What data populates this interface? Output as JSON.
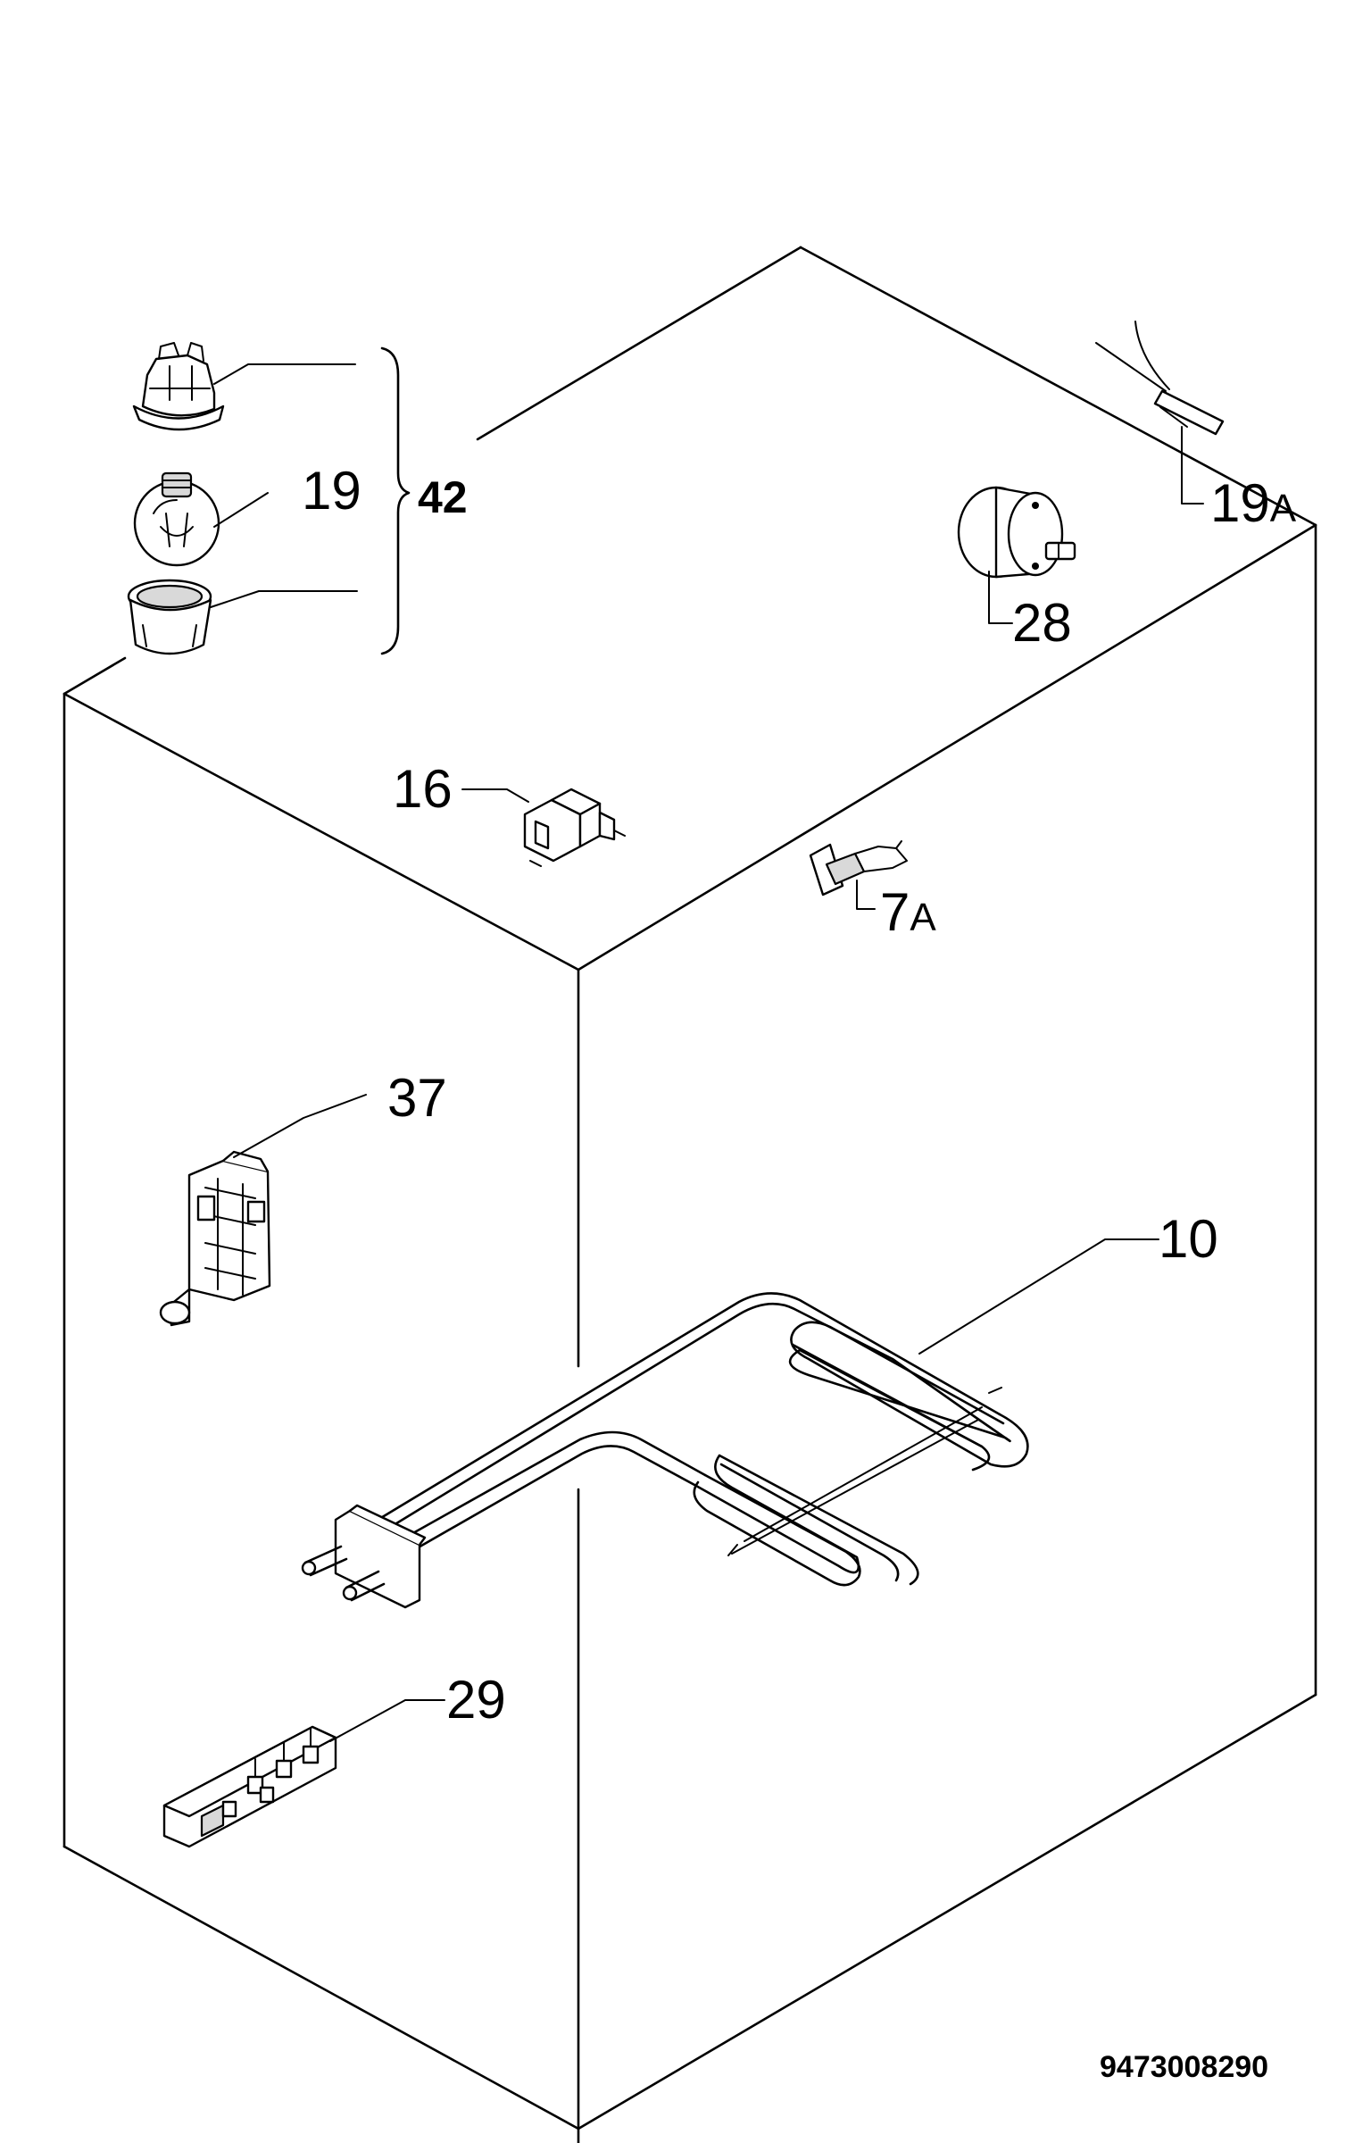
{
  "callouts": {
    "lamp_part": "19",
    "lamp_assembly": "42",
    "sensor": "19",
    "sensor_suffix": "A",
    "knob": "28",
    "push_switch": "16",
    "door_switch": "7",
    "door_switch_suffix": "A",
    "control_module": "37",
    "heating_element": "10",
    "terminal_block": "29"
  },
  "document_number": "9473008290",
  "colors": {
    "line": "#000000",
    "background": "#ffffff",
    "shading": "#d9d9d9"
  }
}
